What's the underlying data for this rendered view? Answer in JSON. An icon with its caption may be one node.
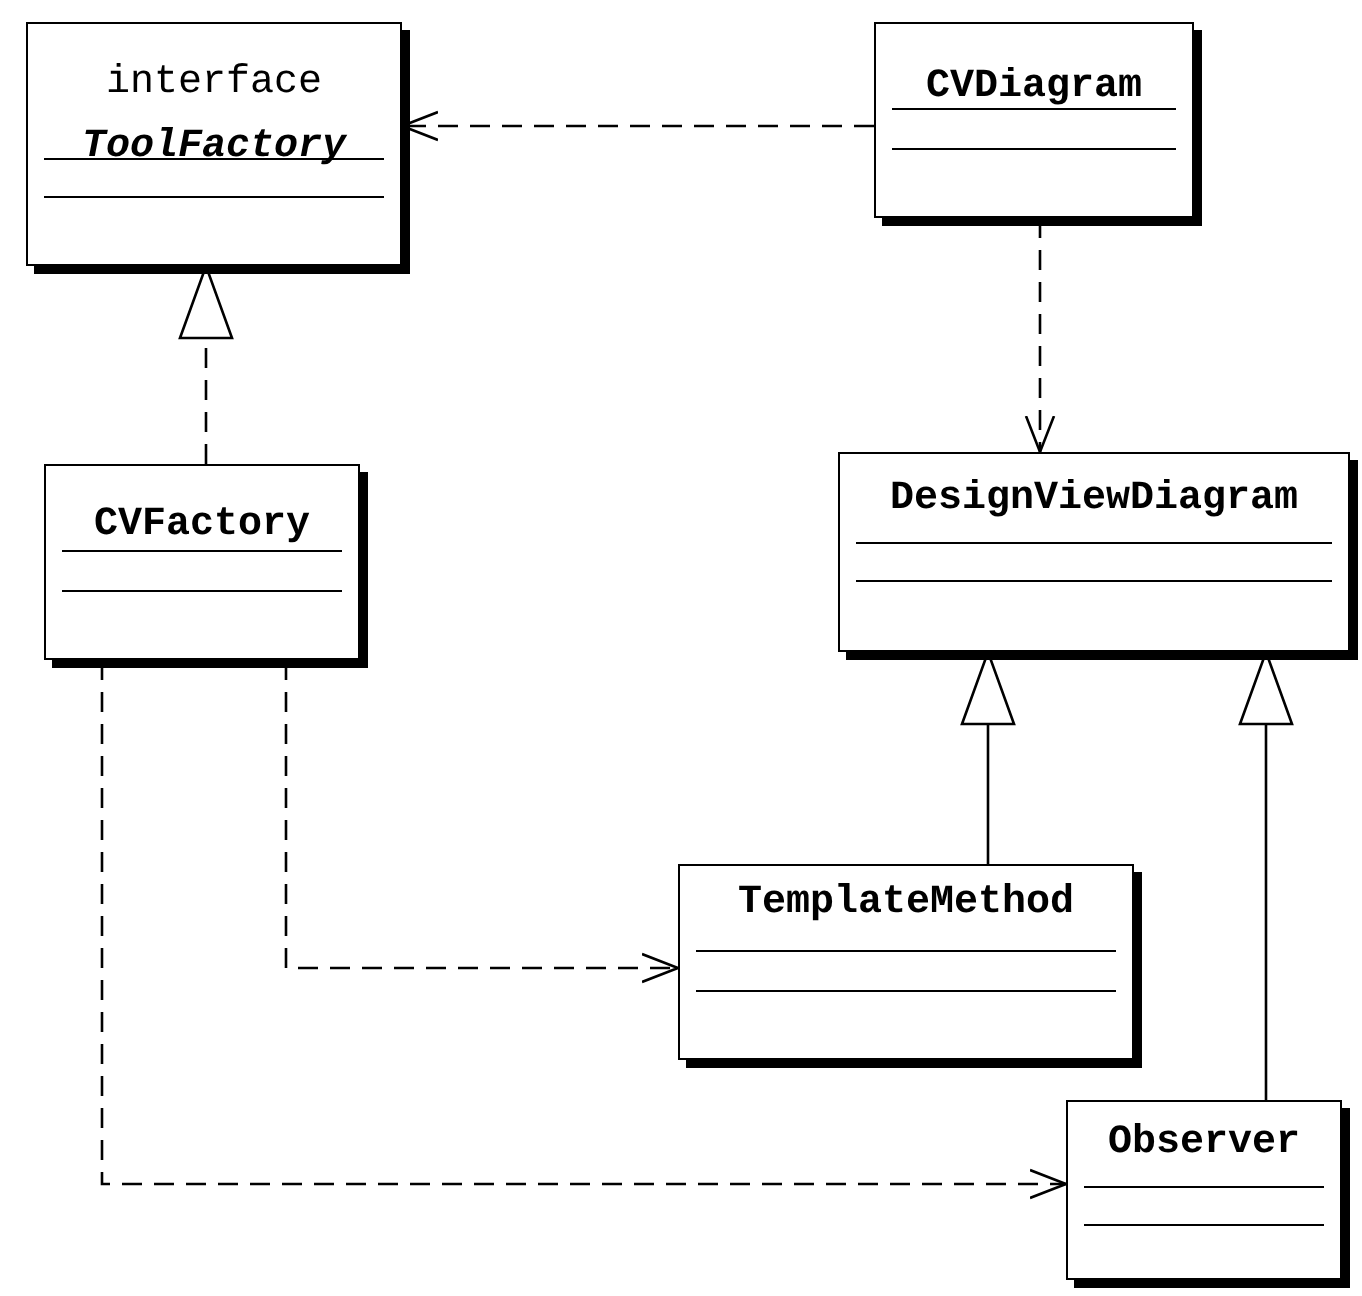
{
  "diagram": {
    "nodes": [
      {
        "text": [
          "interface",
          "ToolFactory"
        ]
      },
      {
        "text": [
          "CVDiagram"
        ]
      },
      {
        "text": [
          "CVFactory"
        ]
      },
      {
        "text": [
          "DesignViewDiagram"
        ]
      },
      {
        "text": [
          "TemplateMethod"
        ]
      },
      {
        "text": [
          "Observer"
        ]
      }
    ],
    "edges": [
      {
        "from": 1,
        "to": 0,
        "arrow": "to",
        "style": "dashed"
      },
      {
        "from": 1,
        "to": 3,
        "arrow": "to",
        "style": "dashed"
      },
      {
        "from": 2,
        "to": 0,
        "arrow": "to",
        "style": "dashed"
      },
      {
        "from": 4,
        "to": 3,
        "arrow": "to"
      },
      {
        "from": 5,
        "to": 3,
        "arrow": "to"
      },
      {
        "from": 2,
        "to": 4,
        "arrow": "to",
        "style": "dashed"
      },
      {
        "from": 2,
        "to": 5,
        "arrow": "to",
        "style": "dashed"
      }
    ]
  }
}
